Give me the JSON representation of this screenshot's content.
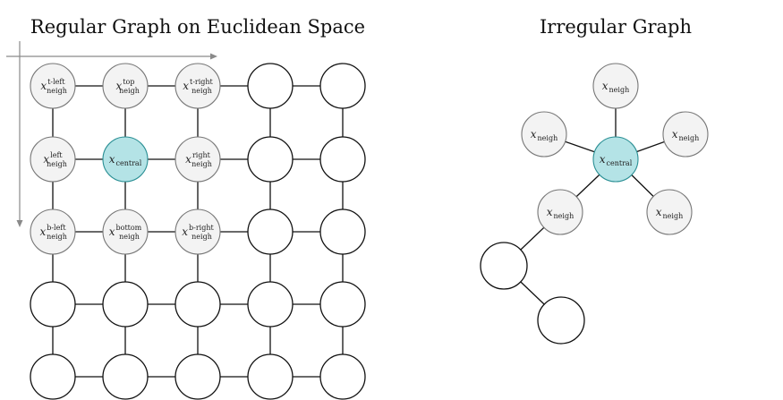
{
  "regular_graph": {
    "title": "Regular Graph on Euclidean Space",
    "rows": 5,
    "cols": 5,
    "labels": [
      {
        "row": 0,
        "col": 0,
        "base": "x",
        "sup": "t-left",
        "sub": "neigh",
        "role": "neighbor"
      },
      {
        "row": 0,
        "col": 1,
        "base": "x",
        "sup": "top",
        "sub": "neigh",
        "role": "neighbor"
      },
      {
        "row": 0,
        "col": 2,
        "base": "x",
        "sup": "t-right",
        "sub": "neigh",
        "role": "neighbor"
      },
      {
        "row": 1,
        "col": 0,
        "base": "x",
        "sup": "left",
        "sub": "neigh",
        "role": "neighbor"
      },
      {
        "row": 1,
        "col": 1,
        "base": "x",
        "sup": "",
        "sub": "central",
        "role": "central"
      },
      {
        "row": 1,
        "col": 2,
        "base": "x",
        "sup": "right",
        "sub": "neigh",
        "role": "neighbor"
      },
      {
        "row": 2,
        "col": 0,
        "base": "x",
        "sup": "b-left",
        "sub": "neigh",
        "role": "neighbor"
      },
      {
        "row": 2,
        "col": 1,
        "base": "x",
        "sup": "bottom",
        "sub": "neigh",
        "role": "neighbor"
      },
      {
        "row": 2,
        "col": 2,
        "base": "x",
        "sup": "b-right",
        "sub": "neigh",
        "role": "neighbor"
      }
    ]
  },
  "irregular_graph": {
    "title": "Irregular Graph",
    "nodes": [
      {
        "id": "c",
        "base": "x",
        "sub": "central",
        "role": "central"
      },
      {
        "id": "n1",
        "base": "x",
        "sub": "neigh",
        "role": "neighbor"
      },
      {
        "id": "n2",
        "base": "x",
        "sub": "neigh",
        "role": "neighbor"
      },
      {
        "id": "n3",
        "base": "x",
        "sub": "neigh",
        "role": "neighbor"
      },
      {
        "id": "n4",
        "base": "x",
        "sub": "neigh",
        "role": "neighbor"
      },
      {
        "id": "n5",
        "base": "x",
        "sub": "neigh",
        "role": "neighbor"
      },
      {
        "id": "e1",
        "base": "",
        "sub": "",
        "role": "empty"
      },
      {
        "id": "e2",
        "base": "",
        "sub": "",
        "role": "empty"
      }
    ],
    "edges": [
      [
        "c",
        "n1"
      ],
      [
        "c",
        "n2"
      ],
      [
        "c",
        "n3"
      ],
      [
        "c",
        "n4"
      ],
      [
        "c",
        "n5"
      ],
      [
        "n4",
        "e1"
      ],
      [
        "e1",
        "e2"
      ]
    ]
  },
  "colors": {
    "central_fill": "#b4e3e6",
    "central_stroke": "#2a8f94",
    "neighbor_fill": "#f3f3f3",
    "neighbor_stroke": "#777777",
    "empty_fill": "#ffffff",
    "empty_stroke": "#111111",
    "axis": "#8a8a8a"
  }
}
